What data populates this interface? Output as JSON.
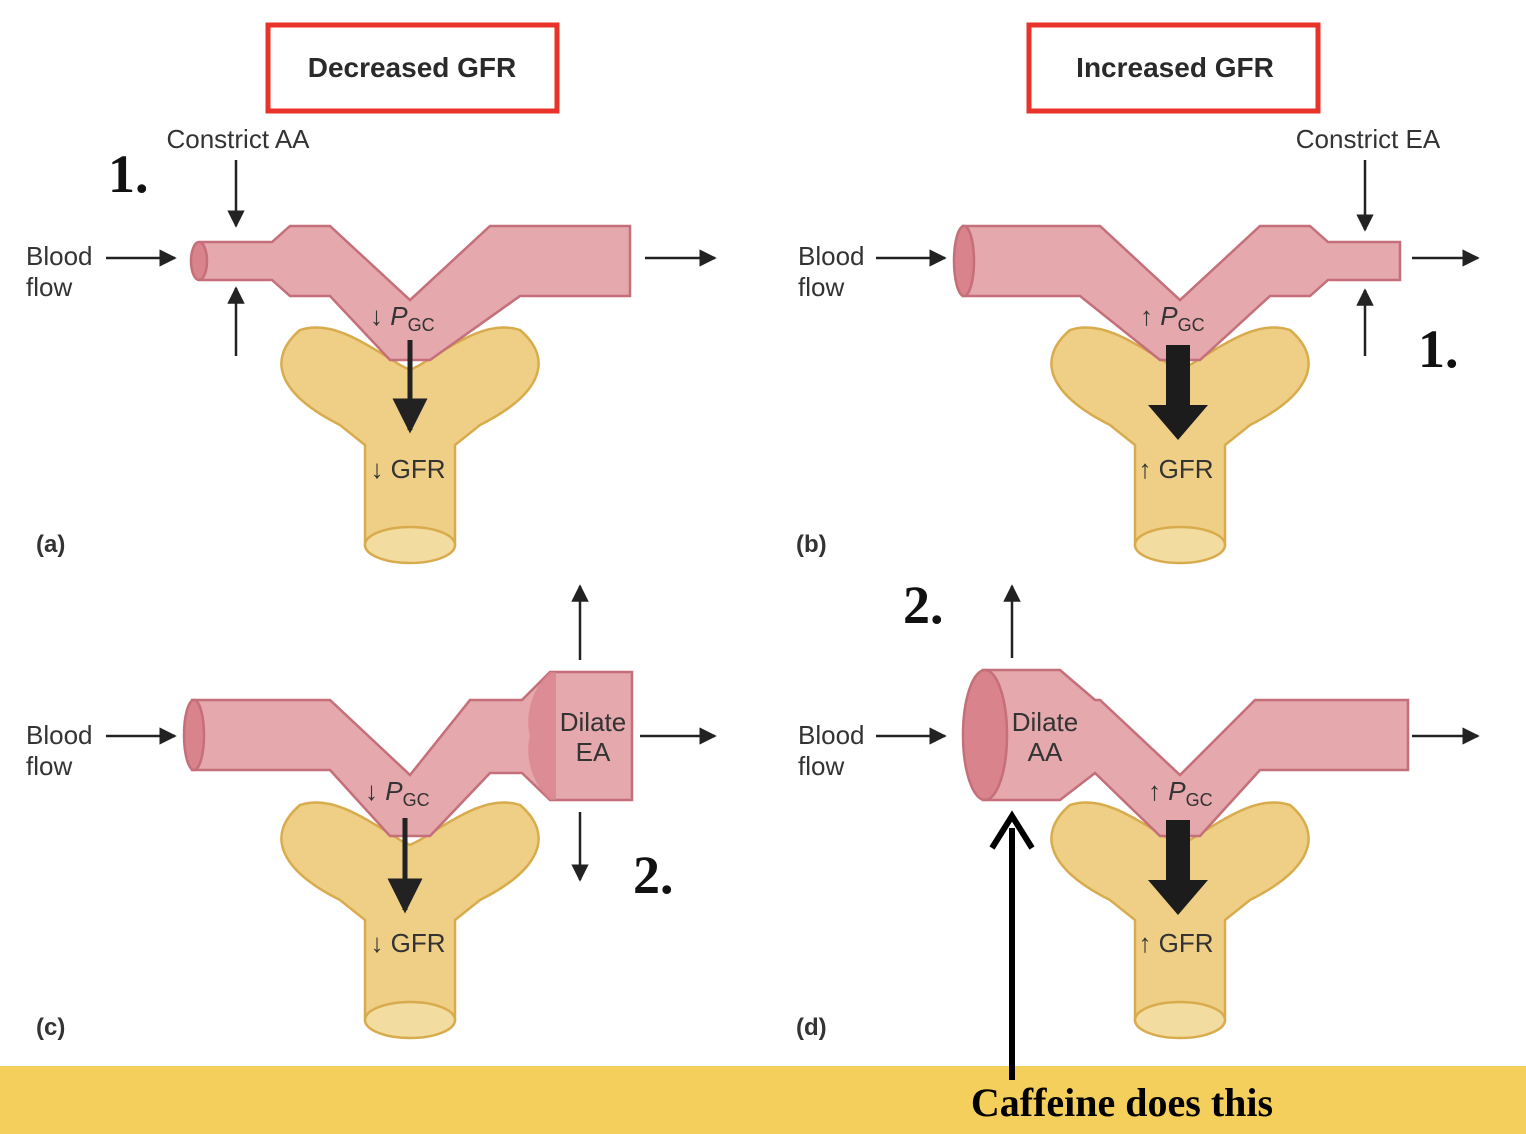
{
  "header": {
    "left_box": "Decreased GFR",
    "right_box": "Increased GFR"
  },
  "panels": {
    "a": {
      "tag": "(a)",
      "step": "1.",
      "constrict": "Constrict AA",
      "blood": "Blood",
      "flow": "flow",
      "pgc_arrow": "↓",
      "pgc_p": "P",
      "pgc_sub": "GC",
      "gfr": "↓ GFR"
    },
    "b": {
      "tag": "(b)",
      "step": "1.",
      "constrict": "Constrict EA",
      "blood": "Blood",
      "flow": "flow",
      "pgc_arrow": "↑",
      "pgc_p": "P",
      "pgc_sub": "GC",
      "gfr": "↑ GFR"
    },
    "c": {
      "tag": "(c)",
      "step": "2.",
      "dilate_1": "Dilate",
      "dilate_2": "EA",
      "blood": "Blood",
      "flow": "flow",
      "pgc_arrow": "↓",
      "pgc_p": "P",
      "pgc_sub": "GC",
      "gfr": "↓ GFR"
    },
    "d": {
      "tag": "(d)",
      "step": "2.",
      "dilate_1": "Dilate",
      "dilate_2": "AA",
      "blood": "Blood",
      "flow": "flow",
      "pgc_arrow": "↑",
      "pgc_p": "P",
      "pgc_sub": "GC",
      "gfr": "↑ GFR"
    }
  },
  "footer": {
    "note": "Caffeine does this"
  },
  "colors": {
    "highlight_box": "#e8332a",
    "vessel": "#e4a8ad",
    "tubule": "#efcf86",
    "band": "#f5cf5c"
  }
}
